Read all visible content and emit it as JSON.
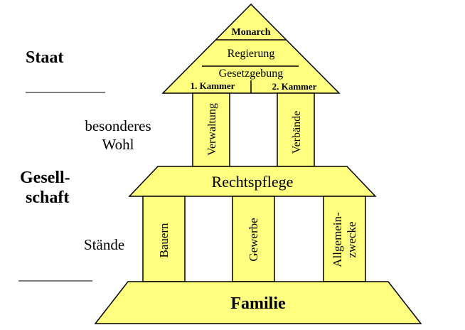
{
  "colors": {
    "fill": "#ffff80",
    "stroke": "#000000",
    "background": "#ffffff"
  },
  "left_labels": {
    "staat": "Staat",
    "besonderes_line1": "besonderes",
    "besonderes_line2": "Wohl",
    "gesell_line1": "Gesell-",
    "gesell_line2": "schaft",
    "staende": "Stände"
  },
  "roof": {
    "monarch": "Monarch",
    "regierung": "Regierung",
    "gesetzgebung": "Gesetzgebung",
    "kammer1": "1. Kammer",
    "kammer2": "2. Kammer"
  },
  "upper_columns": {
    "left": "Verwaltung",
    "right": "Verbände"
  },
  "middle_beam": "Rechtspflege",
  "lower_columns": {
    "left": "Bauern",
    "center": "Gewerbe",
    "right_line1": "Allgemein-",
    "right_line2": "zwecke"
  },
  "base": "Familie"
}
